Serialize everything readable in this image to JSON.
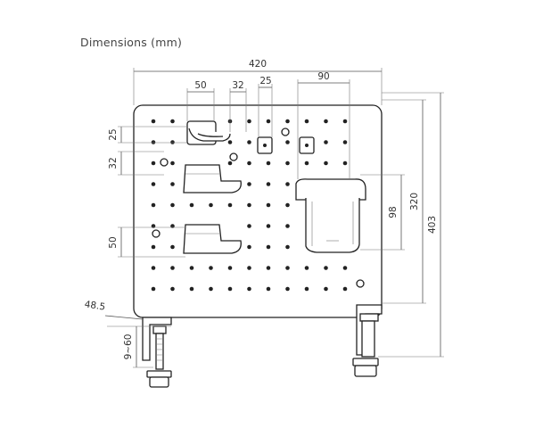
{
  "title": "Dimensions (mm)",
  "dimensions": {
    "width_total": "420",
    "hook_width": "50",
    "hook_gap": "32",
    "hanger": "25",
    "holder_width": "90",
    "left_top": "25",
    "left_second": "32",
    "left_shelf": "50",
    "holder_height": "98",
    "height_320": "320",
    "height_403": "403",
    "clamp_depth": "48.5",
    "clamp_range": "9~60"
  }
}
